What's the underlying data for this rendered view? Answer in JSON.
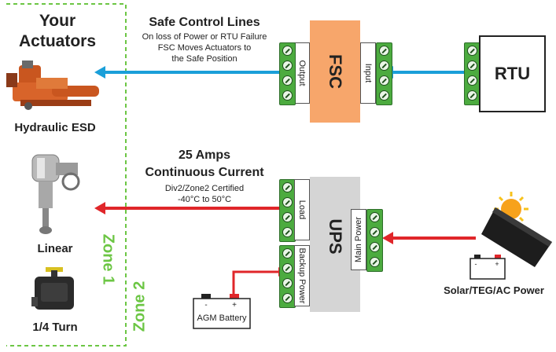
{
  "actuators": {
    "title": "Your Actuators",
    "hydraulic_label": "Hydraulic ESD",
    "linear_label": "Linear",
    "quarter_turn_label": "1/4 Turn"
  },
  "zones": {
    "zone1": "Zone 1",
    "zone2": "Zone 2"
  },
  "safe_control": {
    "heading": "Safe Control Lines",
    "line1": "On loss of Power or RTU Failure",
    "line2": "FSC Moves Actuators to",
    "line3": "the Safe Position"
  },
  "current": {
    "heading_line1": "25 Amps",
    "heading_line2": "Continuous Current",
    "line1": "Div2/Zone2 Certified",
    "line2": "-40°C to 50°C"
  },
  "fsc": {
    "title": "FSC",
    "output_label": "Output",
    "input_label": "Input"
  },
  "rtu": {
    "title": "RTU"
  },
  "ups": {
    "title": "UPS",
    "load_label": "Load",
    "backup_label": "Backup Power",
    "main_label": "Main Power"
  },
  "battery": {
    "label": "AGM Battery",
    "neg": "-",
    "pos": "+"
  },
  "source": {
    "label": "Solar/TEG/AC Power",
    "neg": "-",
    "pos": "+"
  },
  "colors": {
    "blue": "#1a9fd9",
    "red": "#e0262a",
    "green": "#6cc644",
    "terminal": "#4cab3f",
    "fsc_orange": "#f7a66b",
    "ups_gray": "#d5d5d5"
  }
}
